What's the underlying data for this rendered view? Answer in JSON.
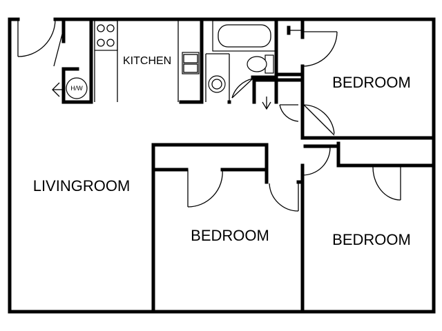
{
  "rooms": {
    "kitchen": "KITCHEN",
    "livingroom": "LIVINGROOM",
    "bedroom_top_right": "BEDROOM",
    "bedroom_center": "BEDROOM",
    "bedroom_bottom_right": "BEDROOM"
  },
  "fixtures": {
    "water_heater": "H/W"
  },
  "colors": {
    "line": "#000000",
    "background": "#ffffff"
  }
}
